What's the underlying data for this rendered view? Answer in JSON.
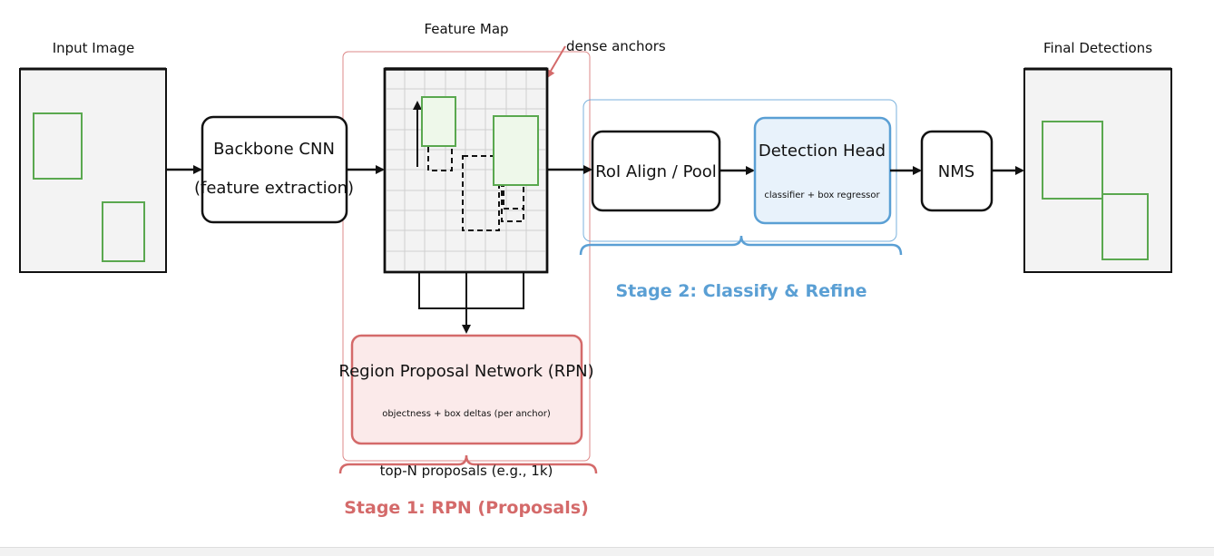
{
  "labels": {
    "input_image": "Input Image",
    "feature_map": "Feature Map",
    "dense_anchors": "dense anchors",
    "final_detections": "Final Detections"
  },
  "nodes": {
    "backbone": {
      "line1": "Backbone CNN",
      "line2": "(feature extraction)"
    },
    "roi": {
      "label": "RoI Align / Pool"
    },
    "head": {
      "title": "Detection Head",
      "subtitle": "classifier + box regressor"
    },
    "nms": {
      "label": "NMS"
    },
    "rpn": {
      "title": "Region Proposal Network (RPN)",
      "subtitle": "objectness + box deltas (per anchor)"
    }
  },
  "stages": {
    "stage1": {
      "label": "Stage 1: RPN (Proposals)",
      "note": "top-N proposals (e.g., 1k)"
    },
    "stage2": {
      "label": "Stage 2: Classify & Refine"
    }
  },
  "colors": {
    "stroke": "#111111",
    "panel_fill": "#f3f3f3",
    "box_green": "#5aa84f",
    "box_green_fill": "#eef8ea",
    "stage1_red": "#d46a6a",
    "stage1_fill": "#fbeaea",
    "stage2_blue": "#5a9fd4",
    "stage2_fill": "#e8f2fb",
    "grid": "#cfcfcf"
  }
}
